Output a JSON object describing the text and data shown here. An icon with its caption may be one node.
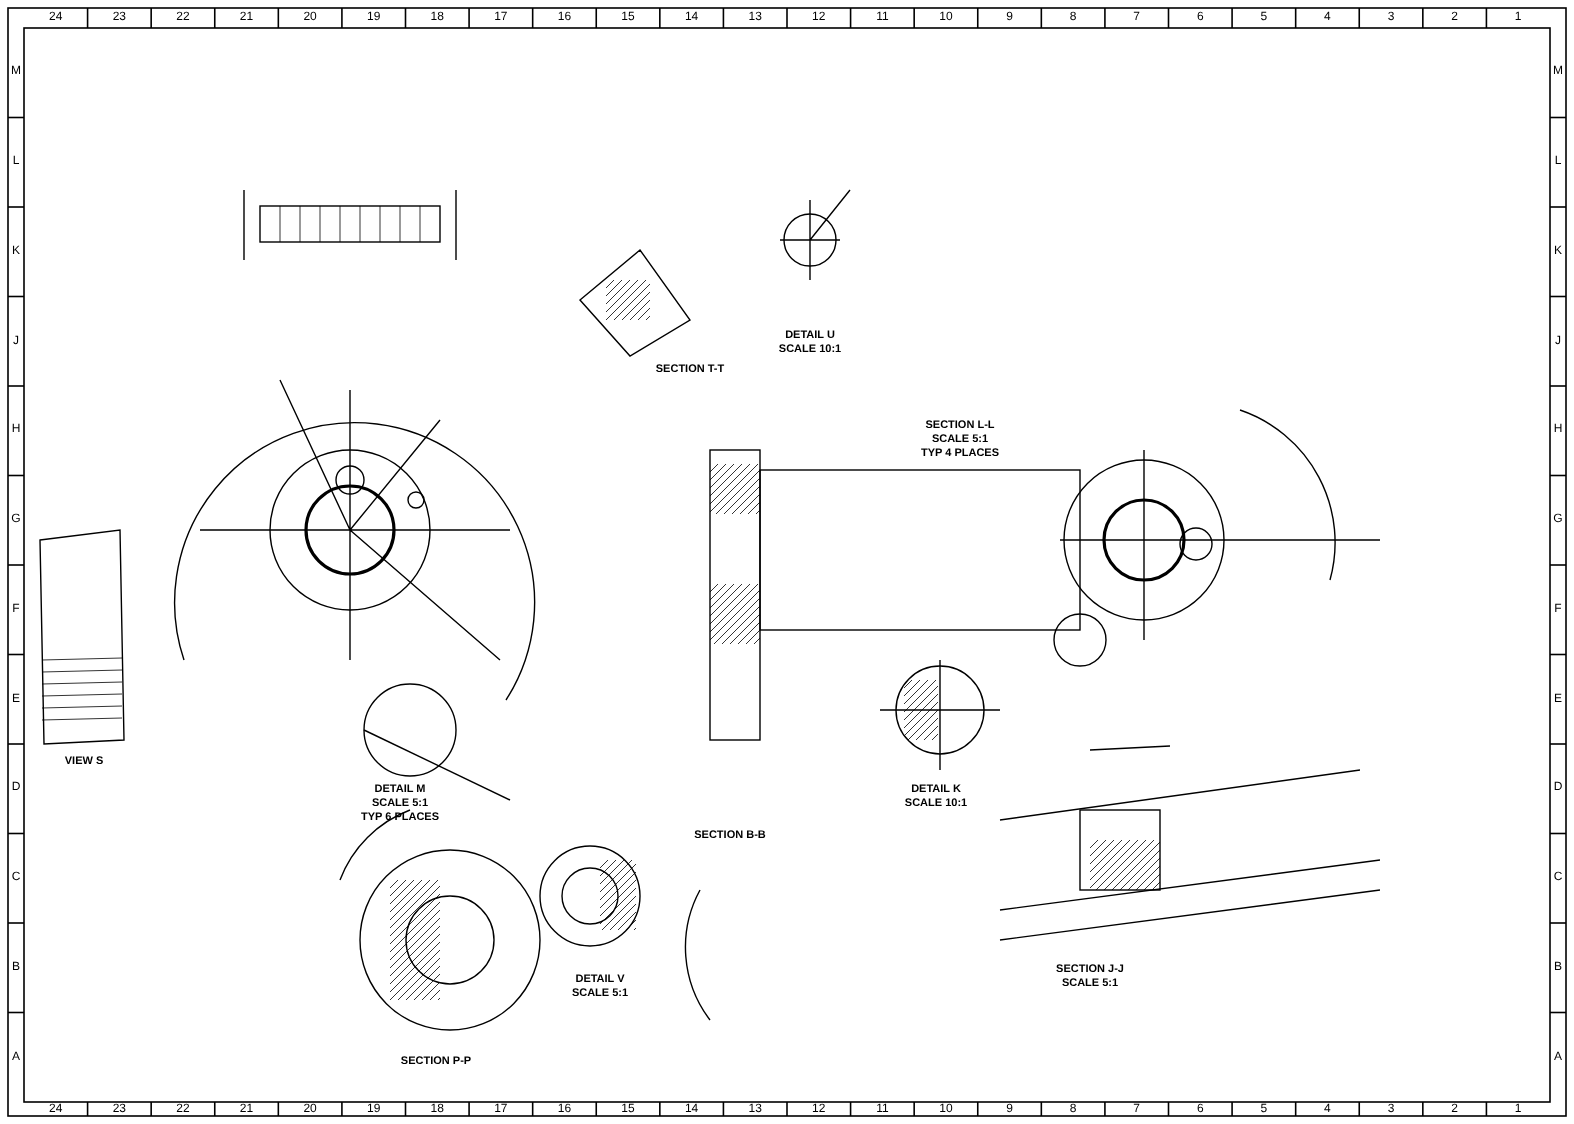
{
  "diagram": {
    "labels": [
      "24",
      "23",
      "22",
      "21",
      "20",
      "19",
      "18",
      "17",
      "16",
      "15",
      "14",
      "13",
      "12",
      "11",
      "10",
      "9",
      "8",
      "7",
      "6",
      "5",
      "4",
      "3",
      "2",
      "1",
      "24",
      "23",
      "22",
      "21",
      "20",
      "19",
      "18",
      "17",
      "16",
      "15",
      "14",
      "13",
      "12",
      "11",
      "10",
      "9",
      "8",
      "7",
      "6",
      "5",
      "4",
      "3",
      "2",
      "1",
      "M",
      "L",
      "K",
      "J",
      "H",
      "G",
      "F",
      "E",
      "D",
      "C",
      "B",
      "A",
      "M",
      "L",
      "K",
      "J",
      "H",
      "G",
      "F",
      "E",
      "D",
      "C",
      "B",
      "A",
      "SECTION T-T",
      "DETAIL U",
      "SCALE 10:1",
      "SECTION L-L",
      "SCALE 5:1",
      "TYP 4 PLACES",
      "VIEW S",
      "DETAIL M",
      "SCALE 5:1",
      "TYP 6 PLACES",
      "SECTION B-B",
      "DETAIL K",
      "SCALE 10:1",
      "DETAIL V",
      "SCALE 5:1",
      "SECTION P-P",
      "SECTION J-J",
      "SCALE 5:1"
    ]
  }
}
